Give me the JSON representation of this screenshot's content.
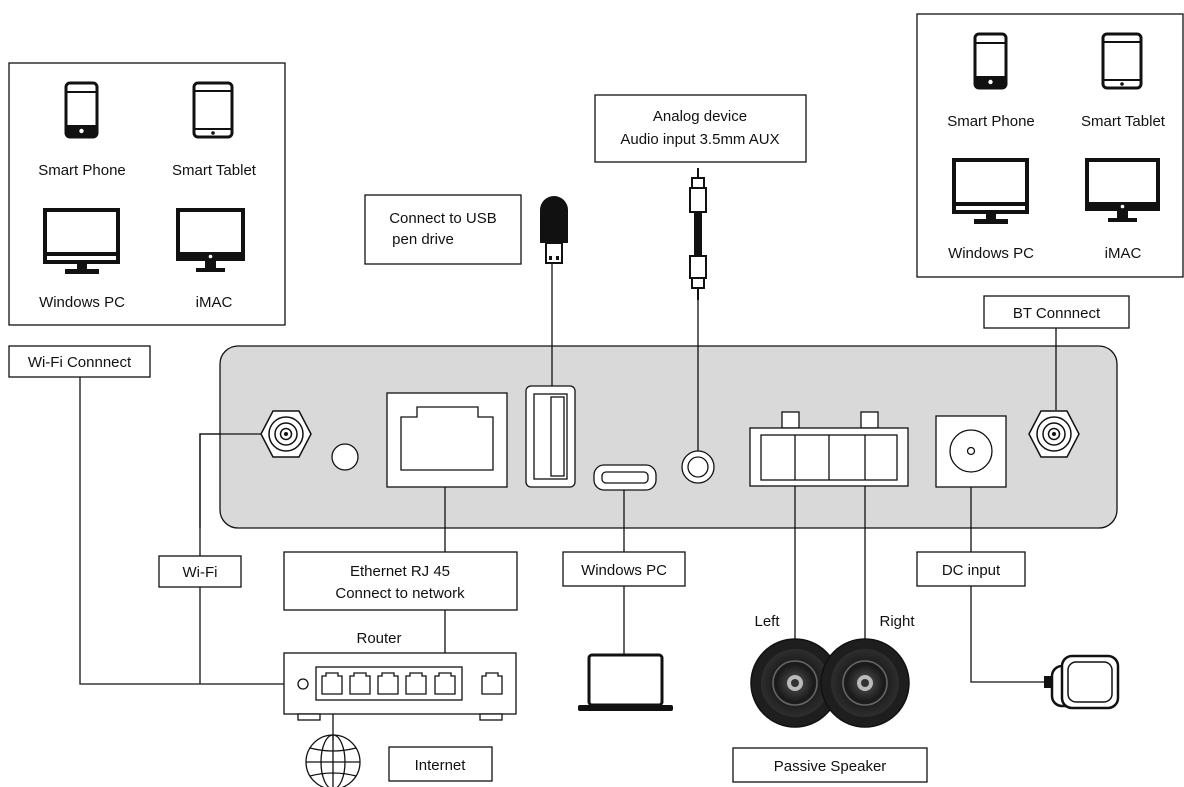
{
  "left_panel": {
    "devices": [
      "Smart Phone",
      "Smart Tablet",
      "Windows PC",
      "iMAC"
    ],
    "connect_label": "Wi-Fi Connnect"
  },
  "right_panel": {
    "devices": [
      "Smart Phone",
      "Smart Tablet",
      "Windows PC",
      "iMAC"
    ],
    "connect_label": "BT Connnect"
  },
  "usb": {
    "label_line1": "Connect to USB",
    "label_line2": "pen drive"
  },
  "analog": {
    "label_line1": "Analog device",
    "label_line2": "Audio input 3.5mm AUX"
  },
  "wifi_label": "Wi-Fi",
  "ethernet": {
    "label_line1": "Ethernet RJ 45",
    "label_line2": "Connect to network"
  },
  "router_label": "Router",
  "internet_label": "Internet",
  "windows_pc_label": "Windows PC",
  "speaker": {
    "left": "Left",
    "right": "Right",
    "label": "Passive Speaker"
  },
  "dc_label": "DC input",
  "colors": {
    "device_panel": "#d9d9d9",
    "stroke": "#111111",
    "screen_fill": "#ffffff"
  }
}
